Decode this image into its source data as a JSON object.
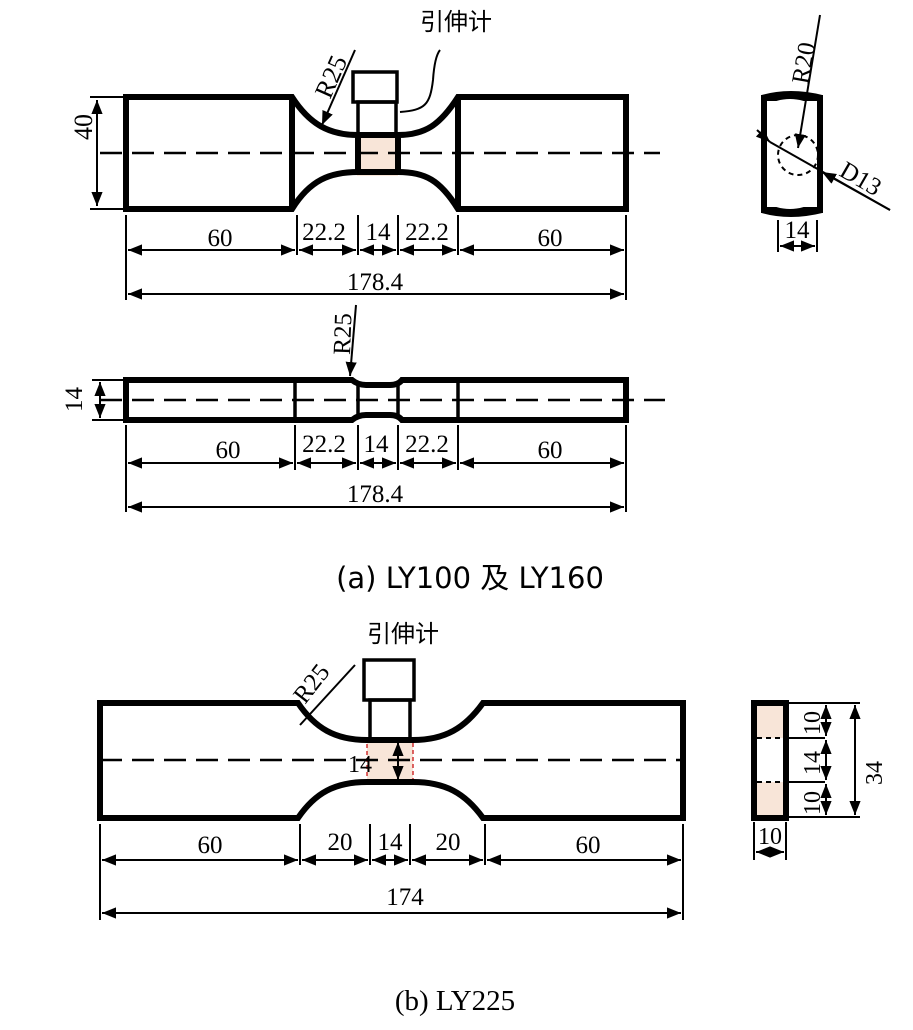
{
  "fig_a": {
    "extensometer_label": "引伸计",
    "radius_label": "R25",
    "height_label": "40",
    "dims_top": [
      "60",
      "22.2",
      "14",
      "22.2",
      "60"
    ],
    "overall_top": "178.4",
    "section": {
      "radius_label": "R20",
      "diameter_label": "D13",
      "width_label": "14"
    },
    "side": {
      "radius_label": "R25",
      "thickness_label": "14",
      "dims": [
        "60",
        "22.2",
        "14",
        "22.2",
        "60"
      ],
      "overall": "178.4"
    },
    "caption": "(a) LY100 及 LY160"
  },
  "fig_b": {
    "extensometer_label": "引伸计",
    "radius_label": "R25",
    "gauge_label": "14",
    "dims": [
      "60",
      "20",
      "14",
      "20",
      "60"
    ],
    "overall": "174",
    "section": {
      "dims": [
        "10",
        "14",
        "10"
      ],
      "total": "34",
      "width_label": "10"
    },
    "caption": "(b) LY225"
  },
  "colors": {
    "gauge_fill": "#f8e5d8",
    "gauge_dash": "#d03030"
  }
}
